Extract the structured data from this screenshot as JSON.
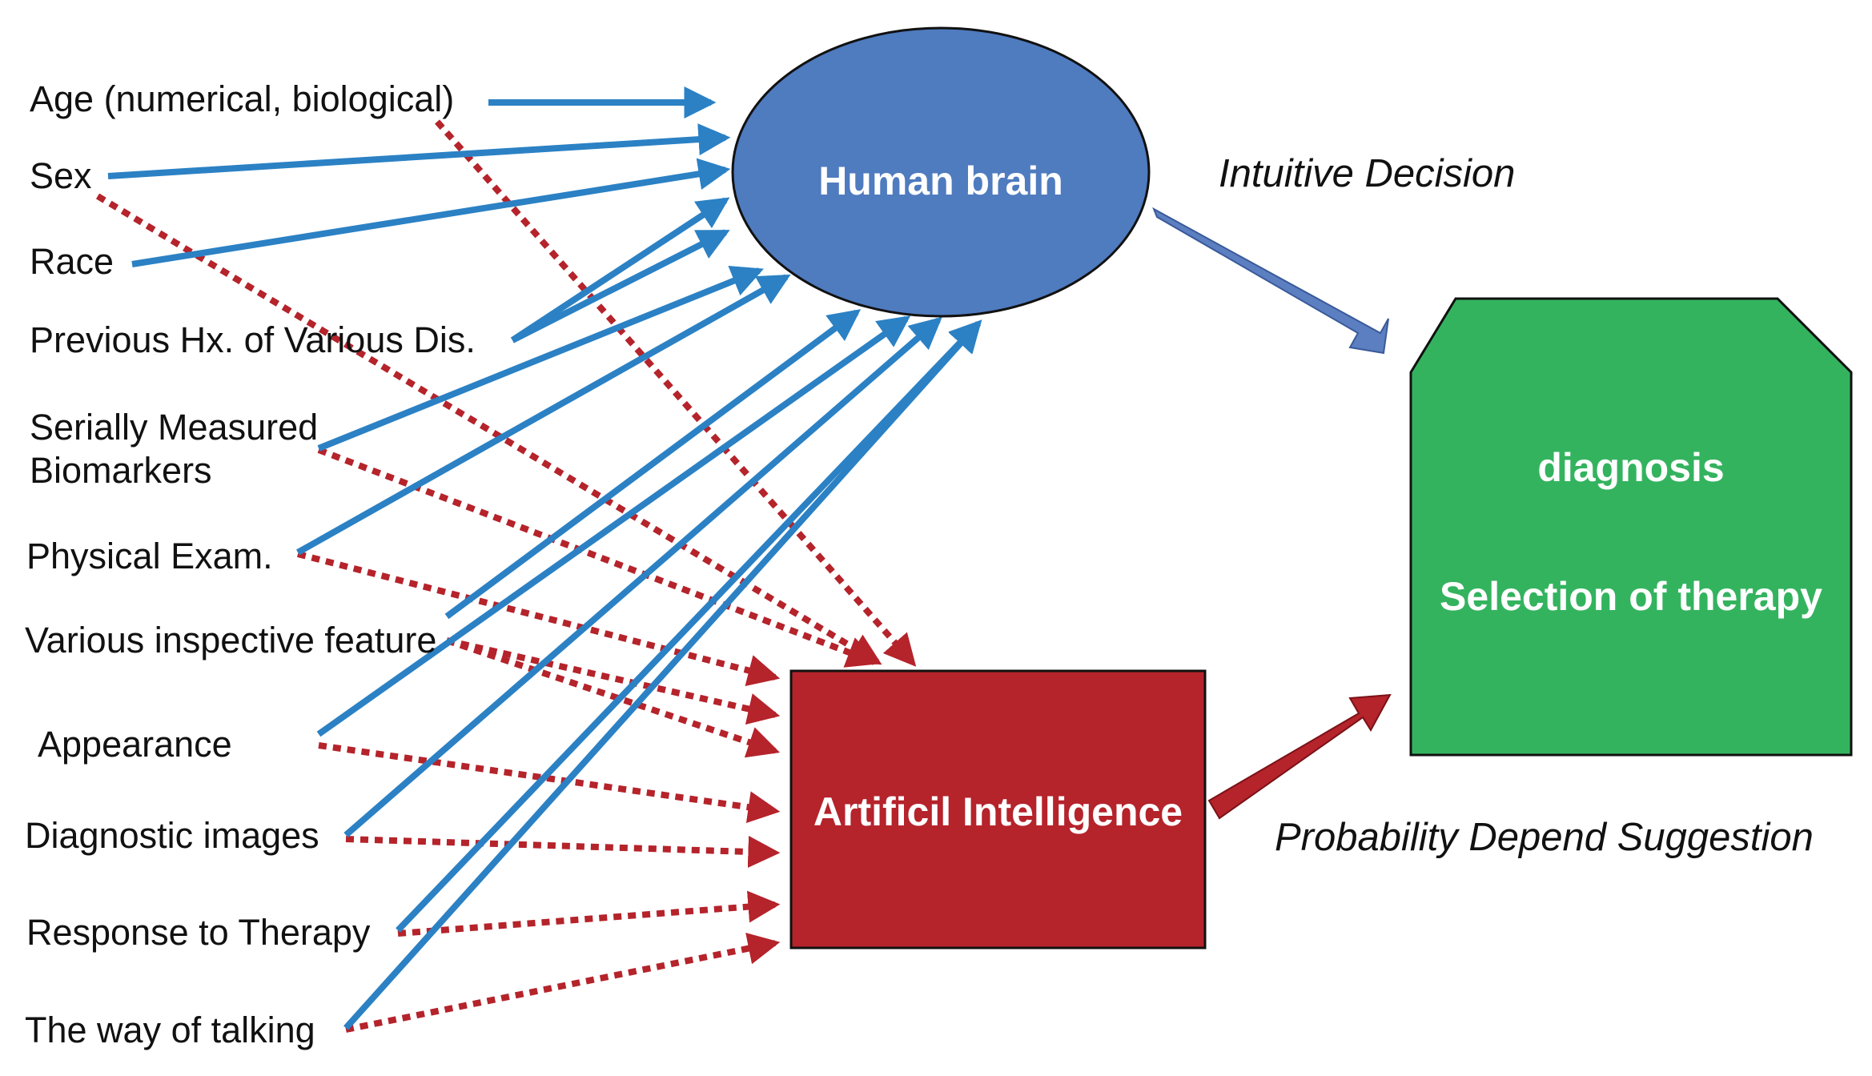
{
  "inputs": [
    {
      "label": "Age (numerical, biological)"
    },
    {
      "label": "Sex"
    },
    {
      "label": "Race"
    },
    {
      "label": "Previous Hx. of Various Dis."
    },
    {
      "label": "Serially Measured\nBiomarkers"
    },
    {
      "label": "Physical Exam."
    },
    {
      "label": "Various inspective feature"
    },
    {
      "label": "Appearance"
    },
    {
      "label": "Diagnostic images"
    },
    {
      "label": "Response to Therapy"
    },
    {
      "label": "The way of talking"
    }
  ],
  "nodes": {
    "human_brain": "Human brain",
    "ai": "Artificil Intelligence",
    "outcome_line1": "diagnosis",
    "outcome_line2": "Selection of therapy"
  },
  "edge_labels": {
    "intuitive": "Intuitive Decision",
    "probability": "Probability Depend Suggestion"
  },
  "colors": {
    "brain_fill": "#4f7bbf",
    "ai_fill": "#b5232b",
    "outcome_fill": "#34b35f",
    "blue_arrow": "#2b81c4",
    "red_dotted": "#b5232b",
    "intuitive_arrow": "#5b7fc0"
  }
}
